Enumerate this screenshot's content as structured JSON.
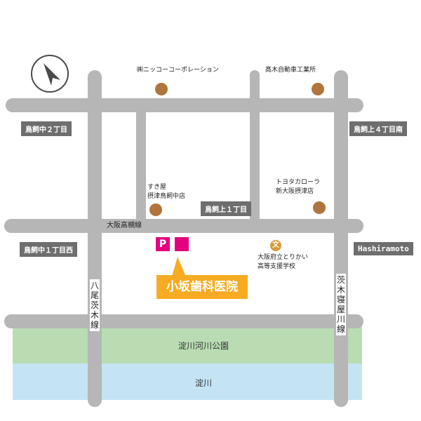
{
  "map": {
    "north_arrow_icon": "north-arrow-icon",
    "areas": {
      "park": "淀川河川公園",
      "river": "淀川"
    },
    "roads": {
      "horizontal_middle": "大阪高槻線",
      "vertical_left": "八尾茨木線",
      "vertical_right": "茨木寝屋川線"
    },
    "street_signs": {
      "top_left": "鳥飼中２丁目",
      "top_right": "鳥飼上４丁目南",
      "middle": "鳥飼上１丁目",
      "middle_left": "鳥飼中１丁目西",
      "middle_right": "Hashiramoto"
    },
    "landmarks": {
      "nikko": "㈱ニッコーコーポレーション",
      "takagi": "髙木自動車工業所",
      "sukiya_line1": "すき屋",
      "sukiya_line2": "摂津鳥飼中店",
      "toyota_line1": "トヨタカローラ",
      "toyota_line2": "新大阪摂津店",
      "school_line1": "大阪府立とりかい",
      "school_line2": "高等支援学校",
      "school_icon_text": "文"
    },
    "parking": {
      "label": "P"
    },
    "clinic": {
      "name": "小坂歯科医院"
    },
    "colors": {
      "road": "#b6b6b6",
      "park": "#b9dcb3",
      "river": "#c4e4f4",
      "poi": "#b0743c",
      "parking": "#e4007f",
      "clinic": "#f6ab22",
      "sign": "#6e6e6e"
    }
  }
}
